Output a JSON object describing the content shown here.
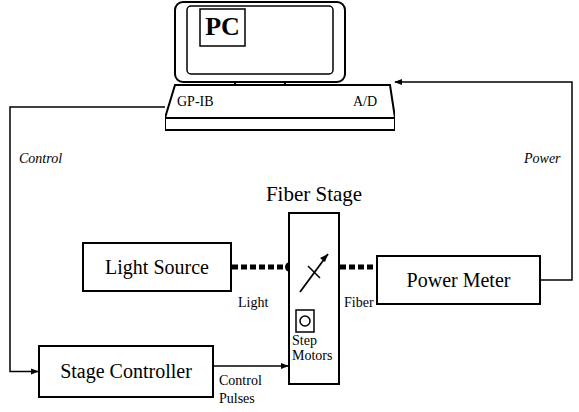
{
  "diagram": {
    "nodes": [
      {
        "text": [
          "PC"
        ]
      },
      {
        "text": [
          "Fiber Stage",
          "Step Motors"
        ]
      },
      {
        "text": [
          "Light Source"
        ]
      },
      {
        "text": [
          "Power Meter"
        ]
      },
      {
        "text": [
          "Stage Controller"
        ]
      }
    ],
    "edges": [
      {
        "from": 0,
        "to": 4,
        "label": "Control",
        "arrow": "to"
      },
      {
        "from": 3,
        "to": 0,
        "label": "Power",
        "arrow": "to"
      },
      {
        "from": 2,
        "to": 1,
        "label": "Light",
        "arrow": "none"
      },
      {
        "from": 1,
        "to": 3,
        "label": "Fiber",
        "arrow": "none"
      },
      {
        "from": 4,
        "to": 1,
        "label": "Control Pulses",
        "arrow": "to"
      }
    ],
    "labels": [
      "GP-IB",
      "A/D"
    ]
  }
}
